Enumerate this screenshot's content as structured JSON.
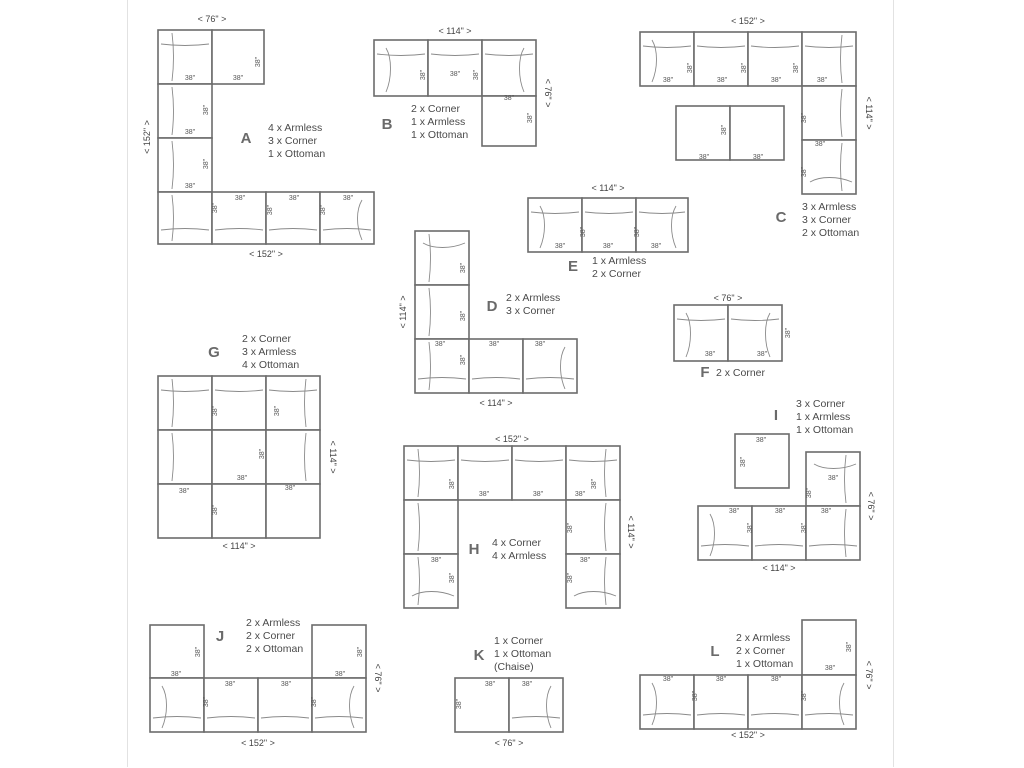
{
  "labels": {
    "m": "38\""
  },
  "configs": [
    {
      "id": "A",
      "letter": "A",
      "desc": [
        "4 x Armless",
        "3 x Corner",
        "1 x Ottoman"
      ],
      "dims": [
        "< 76\" >",
        "< 152\" >",
        "< 152\" >"
      ]
    },
    {
      "id": "B",
      "letter": "B",
      "desc": [
        "2 x Corner",
        "1 x Armless",
        "1 x Ottoman"
      ],
      "dims": [
        "< 114\" >",
        "< 76\" >"
      ]
    },
    {
      "id": "C",
      "letter": "C",
      "desc": [
        "3 x Armless",
        "3 x Corner",
        "2 x Ottoman"
      ],
      "dims": [
        "< 152\" >",
        "< 114\" >"
      ]
    },
    {
      "id": "D",
      "letter": "D",
      "desc": [
        "2 x Armless",
        "3 x Corner"
      ],
      "dims": [
        "< 114\" >",
        "< 114\" >"
      ]
    },
    {
      "id": "E",
      "letter": "E",
      "desc": [
        "1 x Armless",
        "2 x Corner"
      ],
      "dims": [
        "< 114\" >"
      ]
    },
    {
      "id": "F",
      "letter": "F",
      "desc": [
        "2 x Corner"
      ],
      "dims": [
        "< 76\" >"
      ]
    },
    {
      "id": "G",
      "letter": "G",
      "desc": [
        "2 x Corner",
        "3 x Armless",
        "4 x Ottoman"
      ],
      "dims": [
        "< 114\" >",
        "< 114\" >"
      ]
    },
    {
      "id": "H",
      "letter": "H",
      "desc": [
        "4 x Corner",
        "4 x Armless"
      ],
      "dims": [
        "< 152\" >",
        "< 114\" >"
      ]
    },
    {
      "id": "I",
      "letter": "I",
      "desc": [
        "3 x Corner",
        "1 x Armless",
        "1 x Ottoman"
      ],
      "dims": [
        "< 114\" >",
        "< 76\" >"
      ]
    },
    {
      "id": "J",
      "letter": "J",
      "desc": [
        "2 x Armless",
        "2 x Corner",
        "2 x Ottoman"
      ],
      "dims": [
        "< 152\" >",
        "< 76\" >"
      ]
    },
    {
      "id": "K",
      "letter": "K",
      "desc": [
        "1 x Corner",
        "1 x Ottoman",
        "(Chaise)"
      ],
      "dims": [
        "< 76\" >"
      ]
    },
    {
      "id": "L",
      "letter": "L",
      "desc": [
        "2 x Armless",
        "2 x Corner",
        "1 x Ottoman"
      ],
      "dims": [
        "< 152\" >",
        "< 76\" >"
      ]
    }
  ]
}
